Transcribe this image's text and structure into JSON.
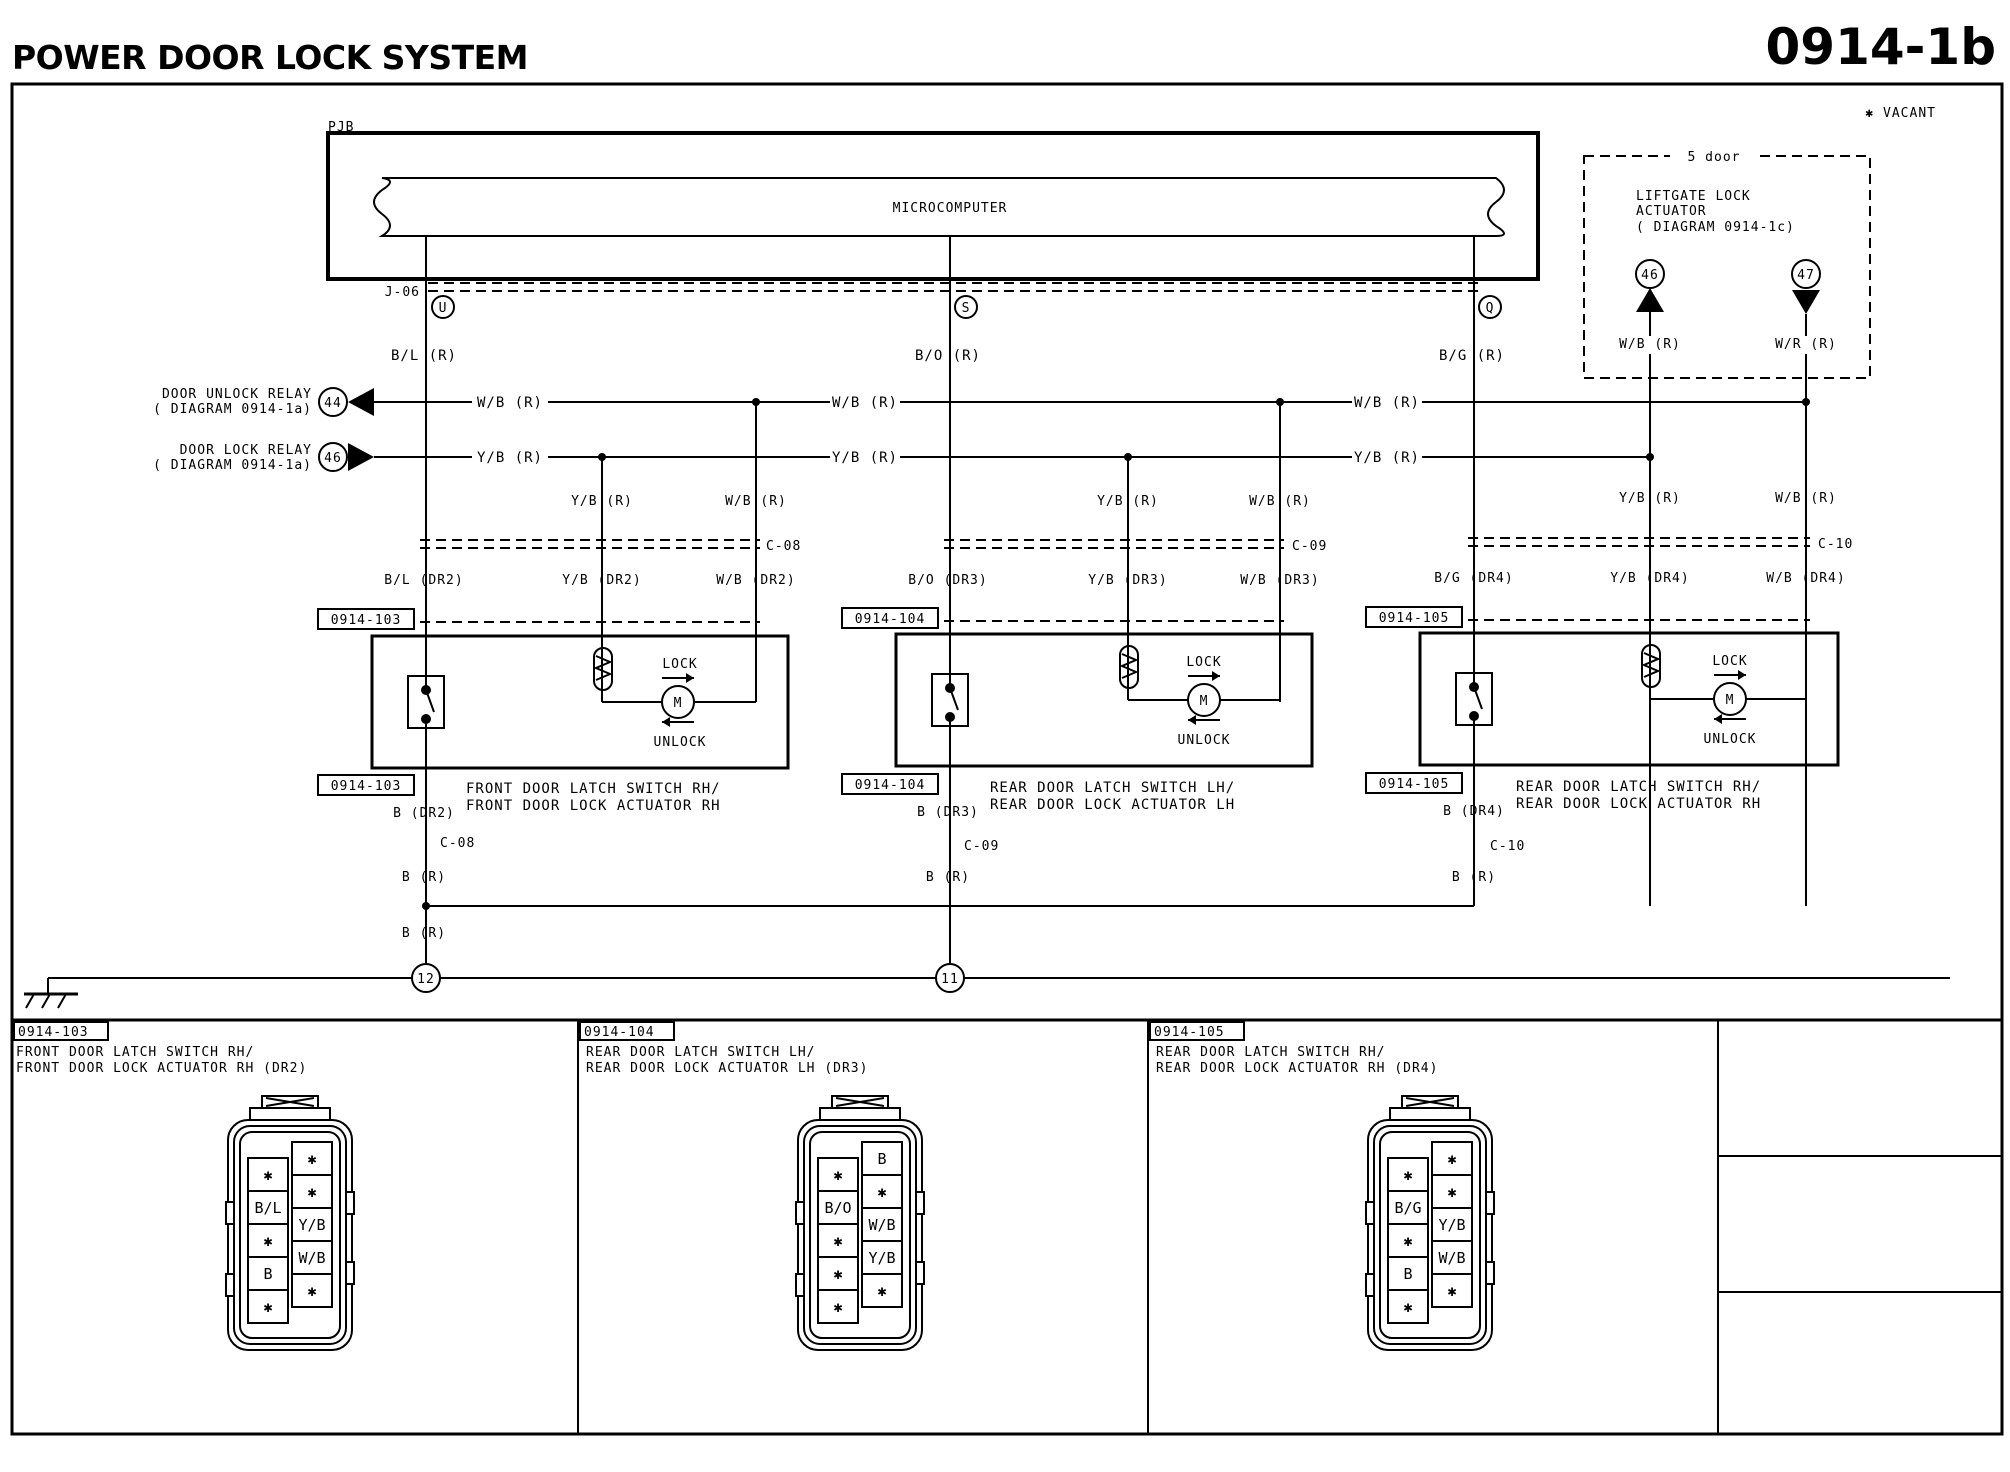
{
  "title": "POWER DOOR LOCK SYSTEM",
  "code": "0914-1b",
  "vacant_note": "✱ VACANT",
  "pjb": {
    "label": "PJB",
    "microcomputer": "MICROCOMPUTER",
    "connector": "J-06",
    "pins": [
      "U",
      "S",
      "Q"
    ],
    "wires": [
      "B/L (R)",
      "B/O (R)",
      "B/G (R)"
    ]
  },
  "liftgate": {
    "door_label": "5 door",
    "title_line1": "LIFTGATE LOCK",
    "title_line2": "ACTUATOR",
    "title_line3": "( DIAGRAM 0914-1c)",
    "pin_a": "46",
    "pin_b": "47",
    "wire_a": "W/B (R)",
    "wire_b": "W/R (R)"
  },
  "relays": {
    "unlock_line1": "DOOR UNLOCK RELAY",
    "unlock_line2": "( DIAGRAM 0914-1a)",
    "unlock_pin": "44",
    "lock_line1": "DOOR LOCK RELAY",
    "lock_line2": "( DIAGRAM 0914-1a)",
    "lock_pin": "46"
  },
  "bus_labels": {
    "wb": "W/B (R)",
    "yb": "Y/B (R)"
  },
  "doors": [
    {
      "ref": "0914-103",
      "connector": "C-08",
      "drop_yb": "Y/B (R)",
      "drop_wb": "W/B (R)",
      "wire_main": "B/L (DR2)",
      "wire_yb": "Y/B (DR2)",
      "wire_wb": "W/B (DR2)",
      "lock": "LOCK",
      "unlock": "UNLOCK",
      "desc_line1": "FRONT DOOR LATCH SWITCH RH/",
      "desc_line2": "FRONT DOOR LOCK ACTUATOR RH",
      "ground_wire": "B (DR2)",
      "ground_connector": "C-08",
      "ground_r": "B (R)"
    },
    {
      "ref": "0914-104",
      "connector": "C-09",
      "drop_yb": "Y/B (R)",
      "drop_wb": "W/B (R)",
      "wire_main": "B/O (DR3)",
      "wire_yb": "Y/B (DR3)",
      "wire_wb": "W/B (DR3)",
      "lock": "LOCK",
      "unlock": "UNLOCK",
      "desc_line1": "REAR DOOR LATCH SWITCH LH/",
      "desc_line2": "REAR DOOR LOCK ACTUATOR LH",
      "ground_wire": "B (DR3)",
      "ground_connector": "C-09",
      "ground_r": "B (R)"
    },
    {
      "ref": "0914-105",
      "connector": "C-10",
      "drop_yb": "Y/B (R)",
      "drop_wb": "W/B (R)",
      "wire_main": "B/G (DR4)",
      "wire_yb": "Y/B (DR4)",
      "wire_wb": "W/B (DR4)",
      "lock": "LOCK",
      "unlock": "UNLOCK",
      "desc_line1": "REAR DOOR LATCH SWITCH RH/",
      "desc_line2": "REAR DOOR LOCK ACTUATOR RH",
      "ground_wire": "B (DR4)",
      "ground_connector": "C-10",
      "ground_r": "B (R)"
    }
  ],
  "grounds": {
    "common_wire": "B (R)",
    "g1": "12",
    "g2": "11"
  },
  "connector_views": [
    {
      "ref": "0914-103",
      "line1": "FRONT DOOR LATCH SWITCH RH/",
      "line2": "FRONT DOOR LOCK ACTUATOR RH (DR2)",
      "left": [
        "✱",
        "B/L",
        "✱",
        "B",
        "✱"
      ],
      "right": [
        "✱",
        "✱",
        "Y/B",
        "W/B",
        "✱"
      ]
    },
    {
      "ref": "0914-104",
      "line1": "REAR DOOR LATCH SWITCH LH/",
      "line2": "REAR DOOR LOCK ACTUATOR LH (DR3)",
      "left": [
        "✱",
        "B/O",
        "✱",
        "✱",
        "✱"
      ],
      "right": [
        "B",
        "✱",
        "W/B",
        "Y/B",
        "✱"
      ]
    },
    {
      "ref": "0914-105",
      "line1": "REAR DOOR LATCH SWITCH RH/",
      "line2": "REAR DOOR LOCK ACTUATOR RH (DR4)",
      "left": [
        "✱",
        "B/G",
        "✱",
        "B",
        "✱"
      ],
      "right": [
        "✱",
        "✱",
        "Y/B",
        "W/B",
        "✱"
      ]
    }
  ]
}
